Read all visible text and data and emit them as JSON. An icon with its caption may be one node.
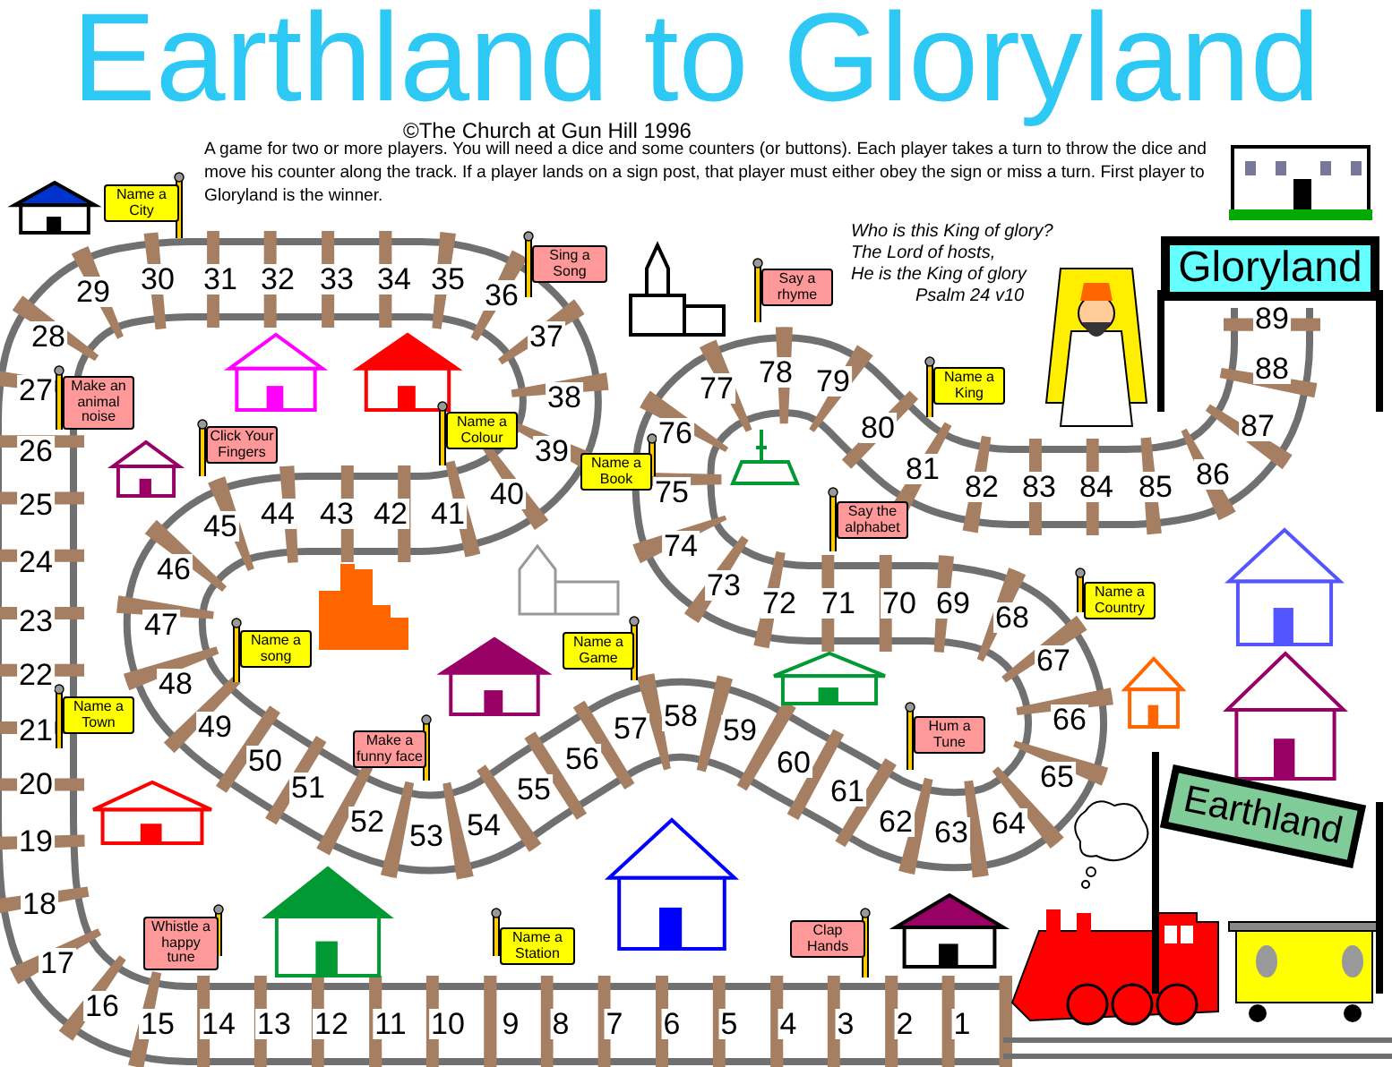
{
  "diagram": {
    "title": "Earthland to Gloryland",
    "nodes": [
      {
        "text": [
          "Name a City"
        ]
      },
      {
        "text": [
          "Sing a Song"
        ]
      },
      {
        "text": [
          "Say a rhyme"
        ]
      },
      {
        "text": [
          "Gloryland"
        ]
      },
      {
        "text": [
          "Make an animal noise"
        ]
      },
      {
        "text": [
          "Name a King"
        ]
      },
      {
        "text": [
          "Click Your Fingers"
        ]
      },
      {
        "text": [
          "Name a Colour"
        ]
      },
      {
        "text": [
          "Name a Book"
        ]
      },
      {
        "text": [
          "Say the alphabet"
        ]
      },
      {
        "text": [
          "Name a Country"
        ]
      },
      {
        "text": [
          "Name a song"
        ]
      },
      {
        "text": [
          "Name a Game"
        ]
      },
      {
        "text": [
          "Name a Town"
        ]
      },
      {
        "text": [
          "Make a funny face"
        ]
      },
      {
        "text": [
          "Hum a Tune"
        ]
      },
      {
        "text": [
          "Earthland"
        ]
      },
      {
        "text": [
          "Whistle a happy tune"
        ]
      },
      {
        "text": [
          "Name a Station"
        ]
      },
      {
        "text": [
          "Clap Hands"
        ]
      }
    ],
    "labels": [
      "©The Church at Gun Hill 1996",
      "A game for two or more players. You will need a dice and some counters (or buttons). Each player takes a turn to throw the dice and move his counter along the track. If a player lands on a sign post, that player must either obey the sign or miss a turn. First player to Gloryland is the winner.",
      "Who is this King of glory?",
      "The Lord of hosts,",
      "He is the King of glory",
      "Psalm 24 v10",
      "1",
      "2",
      "3",
      "4",
      "5",
      "6",
      "7",
      "8",
      "9",
      "10",
      "11",
      "12",
      "13",
      "14",
      "15",
      "16",
      "17",
      "18",
      "19",
      "20",
      "21",
      "22",
      "23",
      "24",
      "25",
      "26",
      "27",
      "28",
      "29",
      "30",
      "31",
      "32",
      "33",
      "34",
      "35",
      "36",
      "37",
      "38",
      "39",
      "40",
      "41",
      "42",
      "43",
      "44",
      "45",
      "46",
      "47",
      "48",
      "49",
      "50",
      "51",
      "52",
      "53",
      "54",
      "55",
      "56",
      "57",
      "58",
      "59",
      "60",
      "61",
      "62",
      "63",
      "64",
      "65",
      "66",
      "67",
      "68",
      "69",
      "70",
      "71",
      "72",
      "73",
      "74",
      "75",
      "76",
      "77",
      "78",
      "79",
      "80",
      "81",
      "82",
      "83",
      "84",
      "85",
      "86",
      "87",
      "88",
      "89"
    ]
  }
}
